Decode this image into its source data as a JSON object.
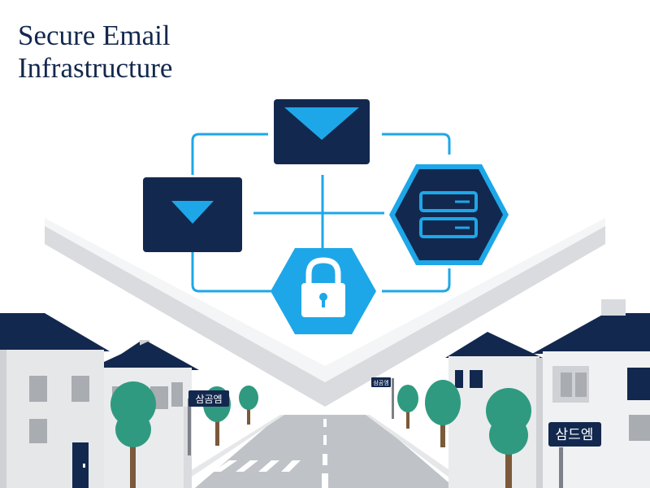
{
  "header": {
    "title_line1": "Secure Email",
    "title_line2": "Infrastructure"
  },
  "street_signs": {
    "left": "삼곰엠",
    "center": "삼곰엠",
    "right": "삼드엠"
  },
  "icons": {
    "top": "envelope-icon",
    "left": "inbox-icon",
    "right": "server-icon",
    "bottom": "padlock-icon"
  },
  "colors": {
    "navy": "#13284e",
    "cyan": "#1ea7e8",
    "tree": "#2f9a80",
    "road": "#bfc2c6"
  }
}
